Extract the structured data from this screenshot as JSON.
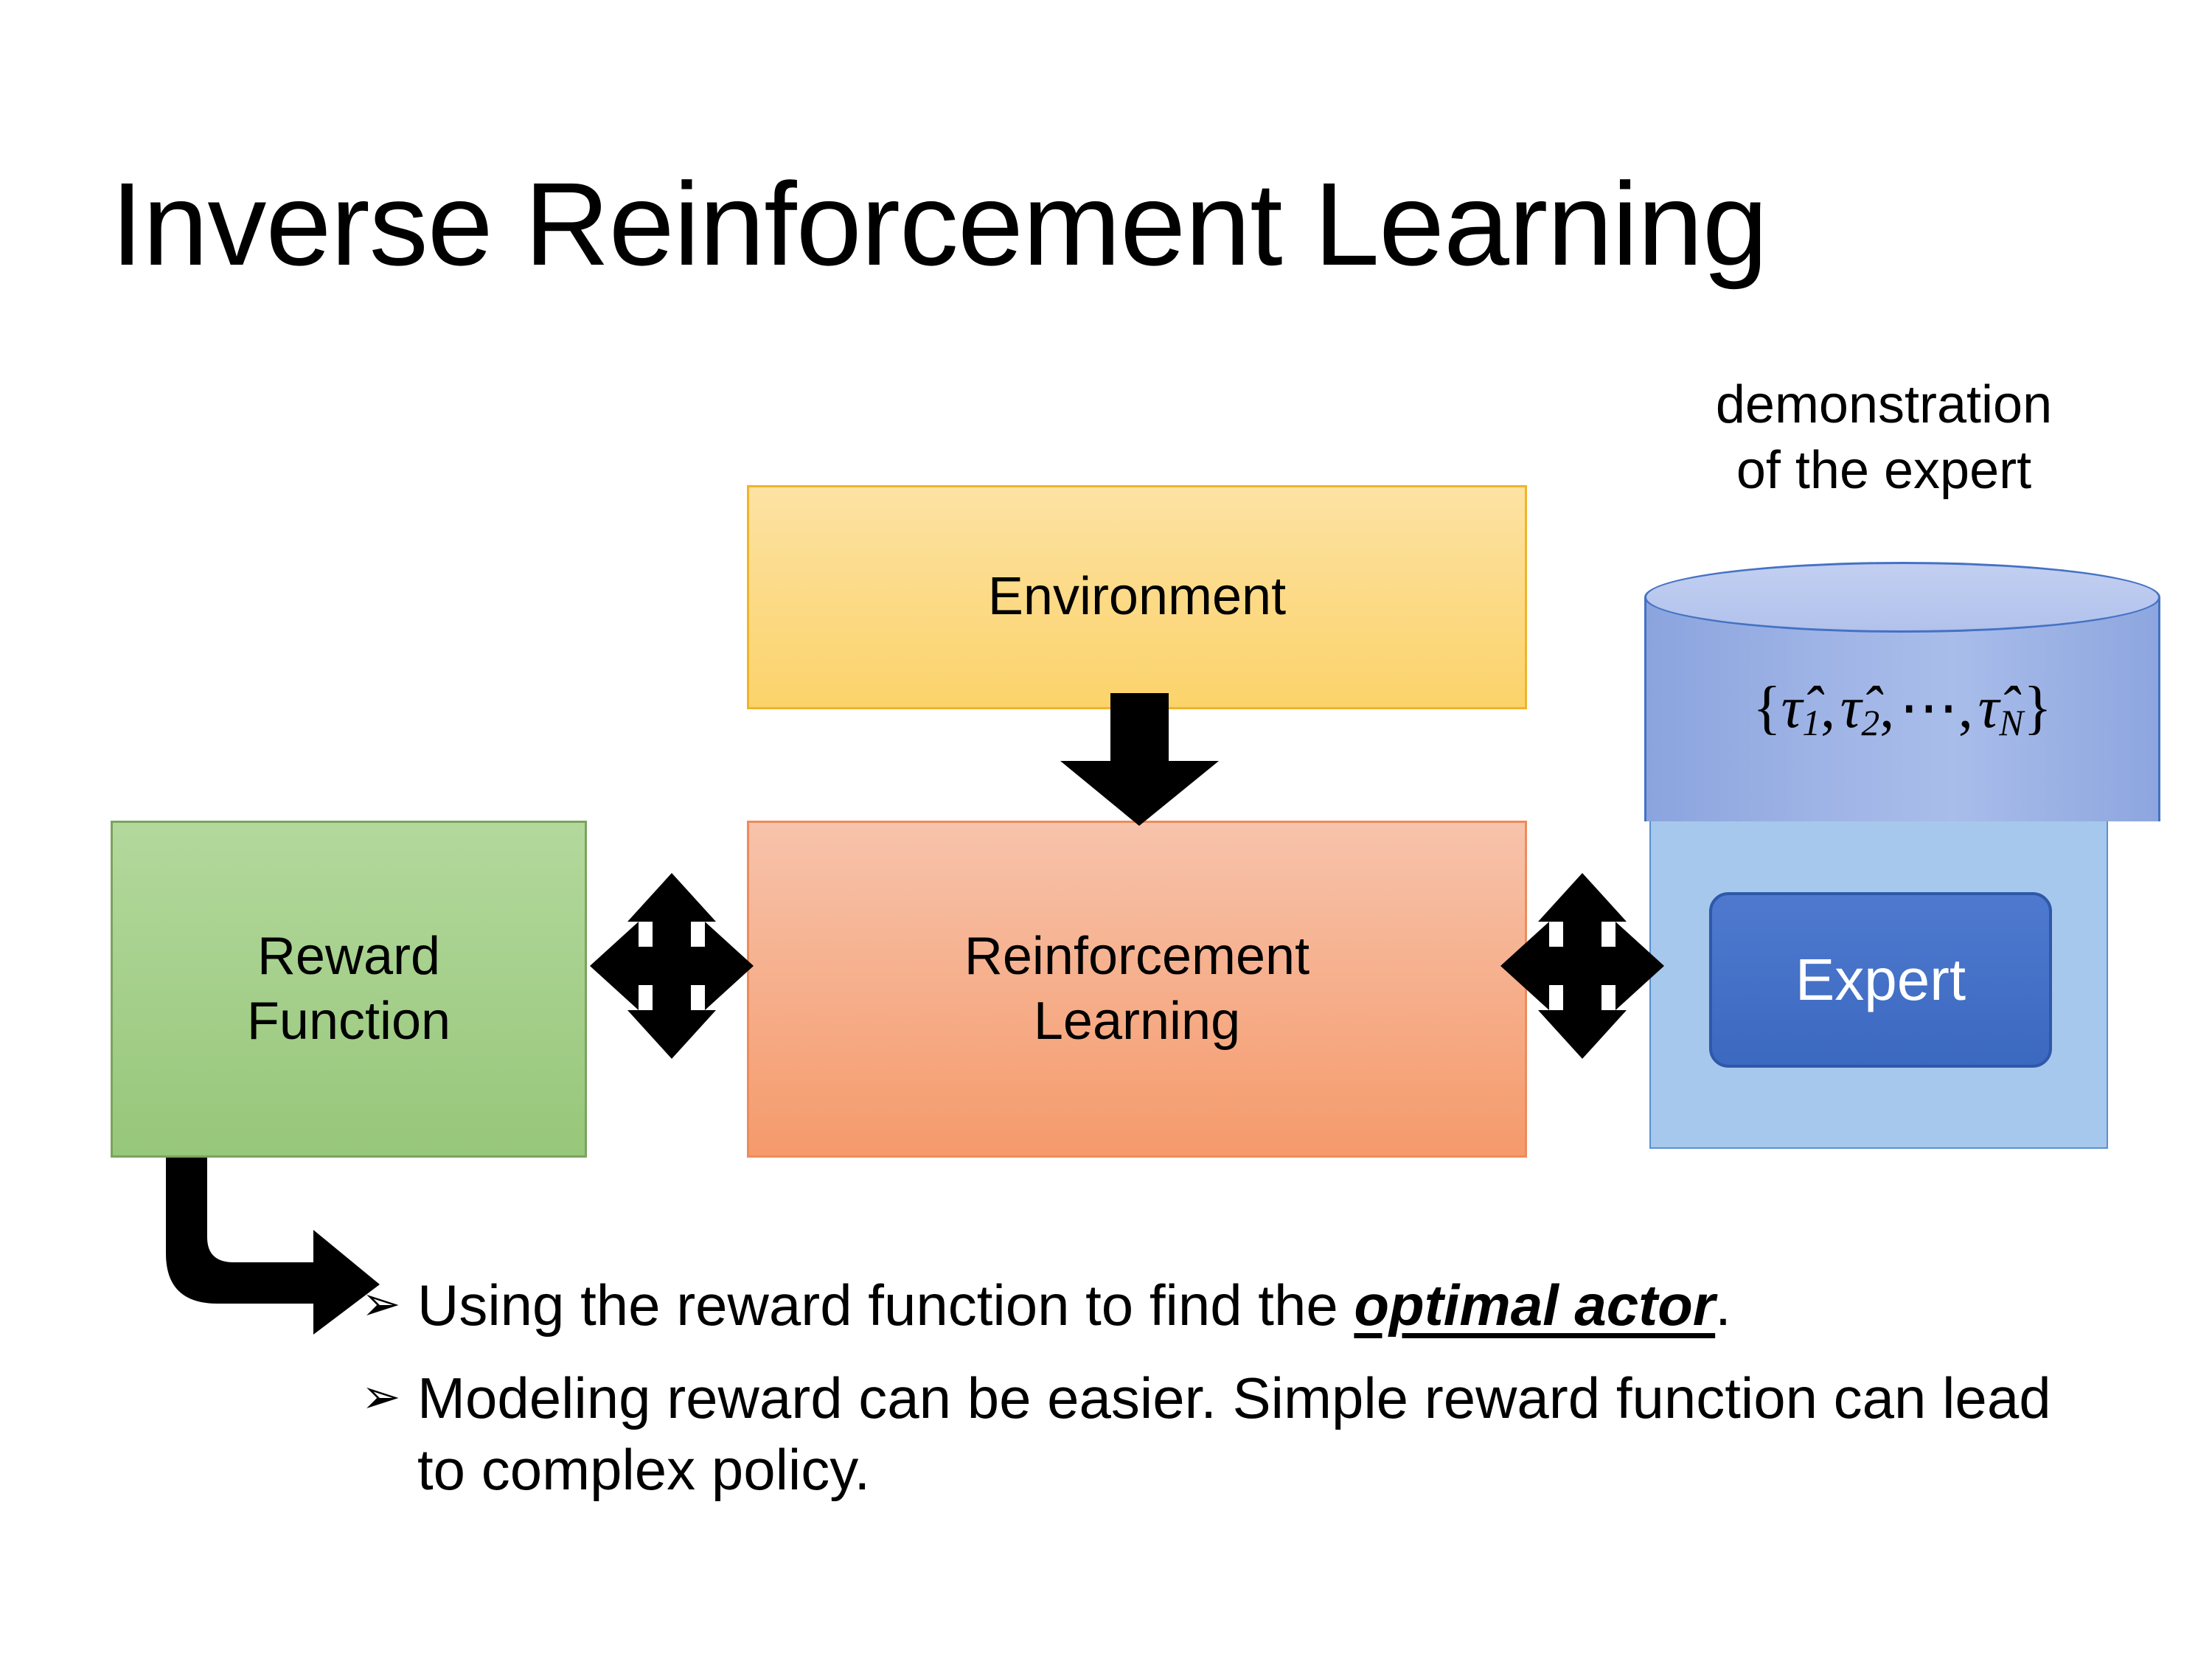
{
  "slide": {
    "title": "Inverse Reinforcement Learning",
    "background_color": "#FFFFFF"
  },
  "diagram": {
    "environment_box": {
      "label": "Environment",
      "fill_from": "#FDE2A3",
      "fill_to": "#FBD36A",
      "border_color": "#F0B428"
    },
    "rl_box": {
      "label_line1": "Reinforcement",
      "label_line2": "Learning",
      "fill_from": "#F7C3AB",
      "fill_to": "#F59A6B",
      "border_color": "#EE8B5B"
    },
    "reward_box": {
      "label_line1": "Reward",
      "label_line2": "Function",
      "fill_from": "#B3D89C",
      "fill_to": "#97C77A",
      "border_color": "#7BA35E"
    },
    "demonstration": {
      "caption_line1": "demonstration",
      "caption_line2": "of the expert",
      "cylinder_formula": {
        "open_brace": "{",
        "item1": "τ̂",
        "item1_sub": "1",
        "sep1": ",",
        "item2": "τ̂",
        "item2_sub": "2",
        "sep2": ",",
        "dots": "⋯",
        "sep3": ",",
        "item3": "τ̂",
        "item3_sub": "N",
        "close_brace": "}"
      },
      "cylinder_fill": "#9FB4E6",
      "cylinder_outline": "#4472C4"
    },
    "expert_panel": {
      "fill": "#A6C8EC",
      "border_color": "#5B8FD0"
    },
    "expert_chip": {
      "label": "Expert",
      "fill_from": "#4E79CF",
      "fill_to": "#3C69C0",
      "border_color": "#2F58A8",
      "text_color": "#FFFFFF"
    },
    "arrows": {
      "environment_to_rl": "down-arrow",
      "reward_to_rl": "double-headed-arrow",
      "rl_to_expert": "double-headed-arrow",
      "reward_to_bullets": "bent-elbow-arrow",
      "color": "#000000"
    }
  },
  "bullets": {
    "marker": "➢",
    "items": [
      {
        "prefix": "Using the reward function to find the ",
        "emphasis": "optimal actor",
        "suffix": "."
      },
      {
        "prefix": "Modeling reward can be easier. Simple reward function can lead to complex policy.",
        "emphasis": "",
        "suffix": ""
      }
    ]
  }
}
